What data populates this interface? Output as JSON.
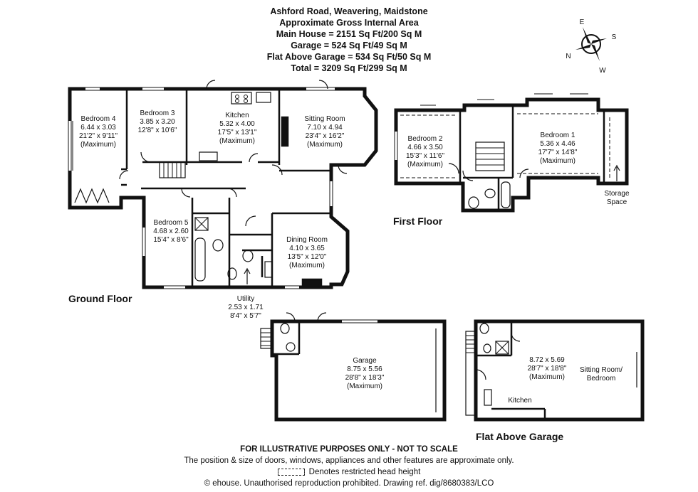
{
  "header": {
    "address": "Ashford Road, Weavering, Maidstone",
    "area_heading": "Approximate Gross Internal Area",
    "main_house": "Main House = 2151 Sq Ft/200 Sq M",
    "garage": "Garage = 524 Sq Ft/49 Sq M",
    "flat": "Flat Above Garage = 534 Sq Ft/50 Sq M",
    "total": "Total = 3209 Sq Ft/299 Sq M"
  },
  "compass": {
    "n": "N",
    "e": "E",
    "s": "S",
    "w": "W"
  },
  "floors": {
    "ground": "Ground Floor",
    "first": "First Floor",
    "flat": "Flat Above Garage"
  },
  "rooms": {
    "bed4": {
      "name": "Bedroom 4",
      "metric": "6.44 x 3.03",
      "imperial": "21'2\" x 9'11\"",
      "note": "(Maximum)"
    },
    "bed3": {
      "name": "Bedroom 3",
      "metric": "3.85 x 3.20",
      "imperial": "12'8\" x 10'6\""
    },
    "kitchen": {
      "name": "Kitchen",
      "metric": "5.32 x 4.00",
      "imperial": "17'5\" x 13'1\"",
      "note": "(Maximum)"
    },
    "sitting": {
      "name": "Sitting Room",
      "metric": "7.10 x 4.94",
      "imperial": "23'4\" x 16'2\"",
      "note": "(Maximum)"
    },
    "bed5": {
      "name": "Bedroom 5",
      "metric": "4.68 x 2.60",
      "imperial": "15'4\" x 8'6\""
    },
    "dining": {
      "name": "Dining Room",
      "metric": "4.10 x 3.65",
      "imperial": "13'5\" x 12'0\"",
      "note": "(Maximum)"
    },
    "utility": {
      "name": "Utility",
      "metric": "2.53 x 1.71",
      "imperial": "8'4\" x 5'7\""
    },
    "bed2": {
      "name": "Bedroom 2",
      "metric": "4.66 x 3.50",
      "imperial": "15'3\" x 11'6\"",
      "note": "(Maximum)"
    },
    "bed1": {
      "name": "Bedroom 1",
      "metric": "5.36 x 4.46",
      "imperial": "17'7\" x 14'8\"",
      "note": "(Maximum)"
    },
    "storage": {
      "line1": "Storage",
      "line2": "Space"
    },
    "garage": {
      "name": "Garage",
      "metric": "8.75 x 5.56",
      "imperial": "28'8\" x 18'3\"",
      "note": "(Maximum)"
    },
    "flat_main": {
      "metric": "8.72 x 5.69",
      "imperial": "28'7\" x 18'8\"",
      "note": "(Maximum)",
      "line1": "Sitting Room/",
      "line2": "Bedroom"
    },
    "flat_kitchen": {
      "name": "Kitchen"
    }
  },
  "footer": {
    "disclaimer": "FOR ILLUSTRATIVE PURPOSES ONLY - NOT TO SCALE",
    "note": "The position & size of doors, windows, appliances and other features are approximate only.",
    "legend": "Denotes restricted head height",
    "copyright": "© ehouse. Unauthorised reproduction prohibited. Drawing ref. dig/8680383/LCO"
  }
}
